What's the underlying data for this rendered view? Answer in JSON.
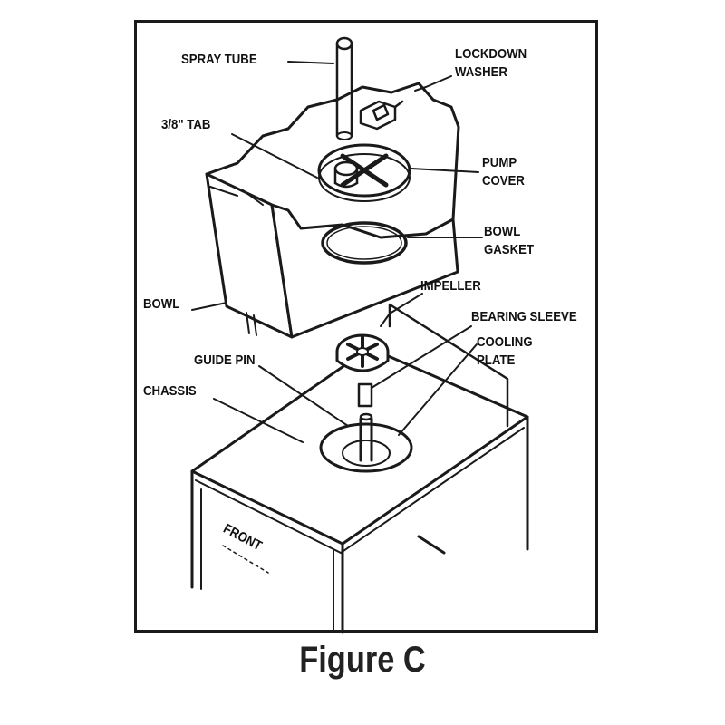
{
  "figure": {
    "caption": "Figure C",
    "labels": {
      "spray_tube": "SPRAY TUBE",
      "lockdown_washer": "LOCKDOWN\nWASHER",
      "tab": "3/8\" TAB",
      "pump_cover": "PUMP\nCOVER",
      "bowl_gasket": "BOWL\nGASKET",
      "bowl": "BOWL",
      "impeller": "IMPELLER",
      "bearing_sleeve": "BEARING SLEEVE",
      "cooling_plate": "COOLING\nPLATE",
      "guide_pin": "GUIDE PIN",
      "chassis": "CHASSIS",
      "front": "FRONT"
    }
  }
}
